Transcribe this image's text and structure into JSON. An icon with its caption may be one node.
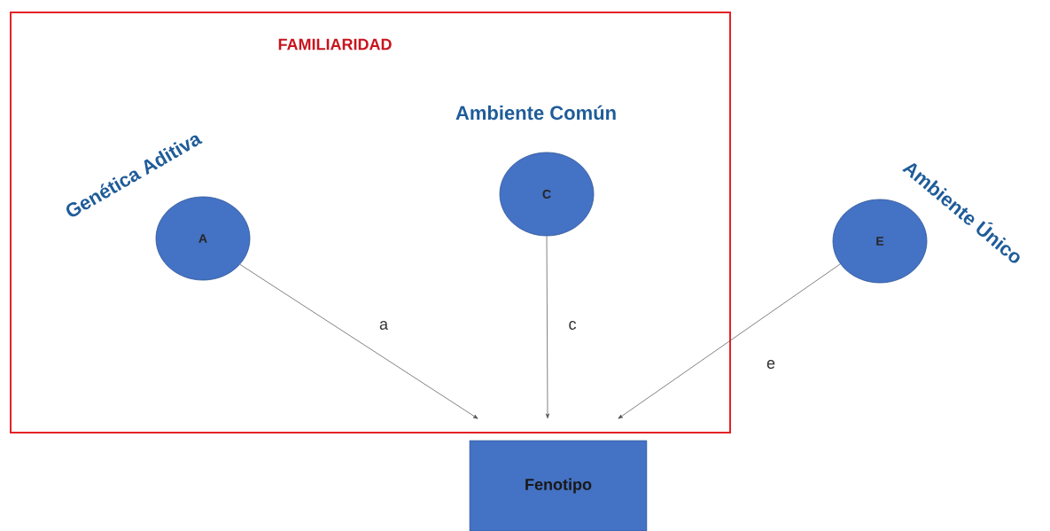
{
  "diagram": {
    "nodes": [
      {
        "text": [
          "FAMILIARIDAD"
        ]
      },
      {
        "text": [
          "A"
        ],
        "beside": [
          "Genética Aditiva"
        ],
        "in": 0
      },
      {
        "text": [
          "C"
        ],
        "beside": [
          "Ambiente Común"
        ],
        "in": 0
      },
      {
        "text": [
          "E"
        ],
        "beside": [
          "Ambiente Único"
        ]
      },
      {
        "text": [
          "Fenotipo"
        ]
      }
    ],
    "edges": [
      {
        "from": 1,
        "to": 4,
        "arrow": "to",
        "label": "a"
      },
      {
        "from": 2,
        "to": 4,
        "arrow": "to",
        "label": "c"
      },
      {
        "from": 3,
        "to": 4,
        "arrow": "to",
        "label": "e"
      }
    ]
  }
}
